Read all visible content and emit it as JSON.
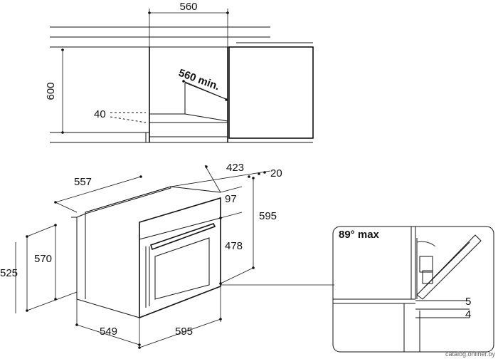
{
  "colors": {
    "line": "#111111",
    "background": "#ffffff",
    "watermark": "#666666"
  },
  "top_view": {
    "width_label": "560",
    "height_label": "600",
    "depth_label": "560 min.",
    "vent_label": "40"
  },
  "oven_view": {
    "depth_overall": "557",
    "depth_body": "423",
    "front_offset": "20",
    "panel_height": "97",
    "front_height": "595",
    "door_height": "478",
    "body_height_570": "570",
    "body_height_525": "525",
    "body_depth_549": "549",
    "front_width": "595"
  },
  "detail_view": {
    "angle_label": "89° max",
    "gap_5": "5",
    "gap_4": "4"
  },
  "watermark": "catalog.onliner.by"
}
